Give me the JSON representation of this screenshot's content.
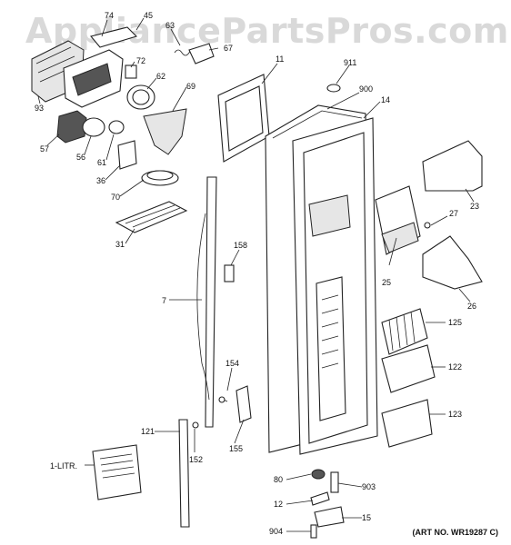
{
  "watermark": "AppliancePartsPros.com",
  "art_number": "(ART NO. WR19287 C)",
  "callouts": [
    "74",
    "45",
    "63",
    "67",
    "72",
    "93",
    "62",
    "69",
    "57",
    "56",
    "61",
    "36",
    "70",
    "31",
    "11",
    "911",
    "900",
    "14",
    "23",
    "27",
    "25",
    "26",
    "158",
    "7",
    "125",
    "122",
    "154",
    "123",
    "121",
    "155",
    "152",
    "1-LITR.",
    "80",
    "903",
    "12",
    "15",
    "904"
  ]
}
